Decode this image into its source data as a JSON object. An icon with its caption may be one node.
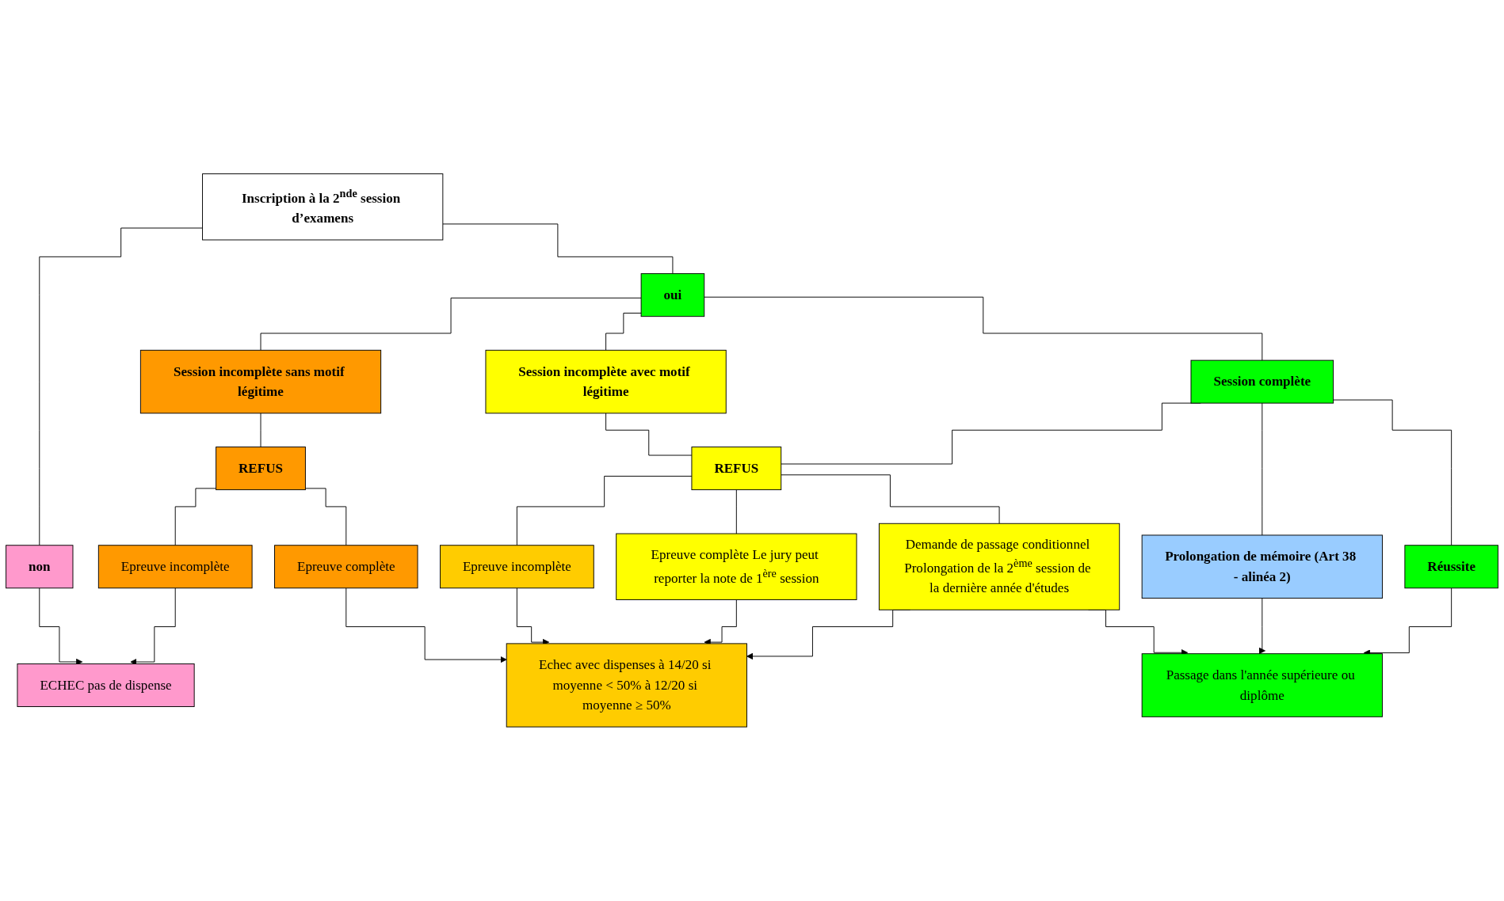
{
  "diagram": {
    "nodes": [
      {
        "text": [
          "Inscription à la 2$^{nde}$ session d’examens"
        ]
      },
      {
        "text": [
          "non"
        ]
      },
      {
        "text": [
          "oui"
        ]
      },
      {
        "text": [
          "Session incomplète sans motif légitime"
        ]
      },
      {
        "text": [
          "Session incomplète avec motif légitime"
        ]
      },
      {
        "text": [
          "Session complète"
        ]
      },
      {
        "text": [
          "REFUS"
        ]
      },
      {
        "text": [
          "REFUS"
        ]
      },
      {
        "text": [
          "Prolongation de mémoire (Art 38 - alinéa 2)"
        ]
      },
      {
        "text": [
          "Réussite"
        ]
      },
      {
        "text": [
          "Demande de passage conditionnel Prolongation de la 2$^{ème}$ session de la dernière année d'études"
        ]
      },
      {
        "text": [
          "Epreuve incomplète"
        ]
      },
      {
        "text": [
          "Epreuve complète"
        ]
      },
      {
        "text": [
          "Epreuve incomplète"
        ]
      },
      {
        "text": [
          "Epreuve complète Le jury peut reporter la note de 1$^{ère}$ session"
        ]
      },
      {
        "text": [
          "ECHEC pas de dispense"
        ]
      },
      {
        "text": [
          "Echec avec dispenses à 14/20 si moyenne < 50% à 12/20 si moyenne ≥ 50%"
        ]
      },
      {
        "text": [
          "Passage dans l'année supérieure ou diplôme"
        ]
      }
    ],
    "edges": [
      {
        "from": 0,
        "to": 1,
        "arrow": "none"
      },
      {
        "from": 0,
        "to": 2,
        "arrow": "none"
      },
      {
        "from": 2,
        "to": 3,
        "arrow": "none"
      },
      {
        "from": 2,
        "to": 4,
        "arrow": "none"
      },
      {
        "from": 2,
        "to": 5,
        "arrow": "none"
      },
      {
        "from": 3,
        "to": 6,
        "arrow": "none"
      },
      {
        "from": 4,
        "to": 7,
        "arrow": "none"
      },
      {
        "from": 5,
        "to": 7,
        "arrow": "none"
      },
      {
        "from": 5,
        "to": 8,
        "arrow": "none"
      },
      {
        "from": 5,
        "to": 9,
        "arrow": "none"
      },
      {
        "from": 7,
        "to": 10,
        "arrow": "none"
      },
      {
        "from": 6,
        "to": 11,
        "arrow": "none"
      },
      {
        "from": 6,
        "to": 12,
        "arrow": "none"
      },
      {
        "from": 7,
        "to": 13,
        "arrow": "none"
      },
      {
        "from": 7,
        "to": 14,
        "arrow": "none"
      },
      {
        "from": 1,
        "to": 15,
        "arrow": "to"
      },
      {
        "from": 11,
        "to": 15,
        "arrow": "to"
      },
      {
        "from": 12,
        "to": 16,
        "arrow": "to"
      },
      {
        "from": 13,
        "to": 16,
        "arrow": "to"
      },
      {
        "from": 14,
        "to": 16,
        "arrow": "to"
      },
      {
        "from": 10,
        "to": 16,
        "arrow": "to"
      },
      {
        "from": 10,
        "to": 17,
        "arrow": "to"
      },
      {
        "from": 8,
        "to": 17,
        "arrow": "to"
      },
      {
        "from": 9,
        "to": 17,
        "arrow": "to"
      }
    ]
  }
}
